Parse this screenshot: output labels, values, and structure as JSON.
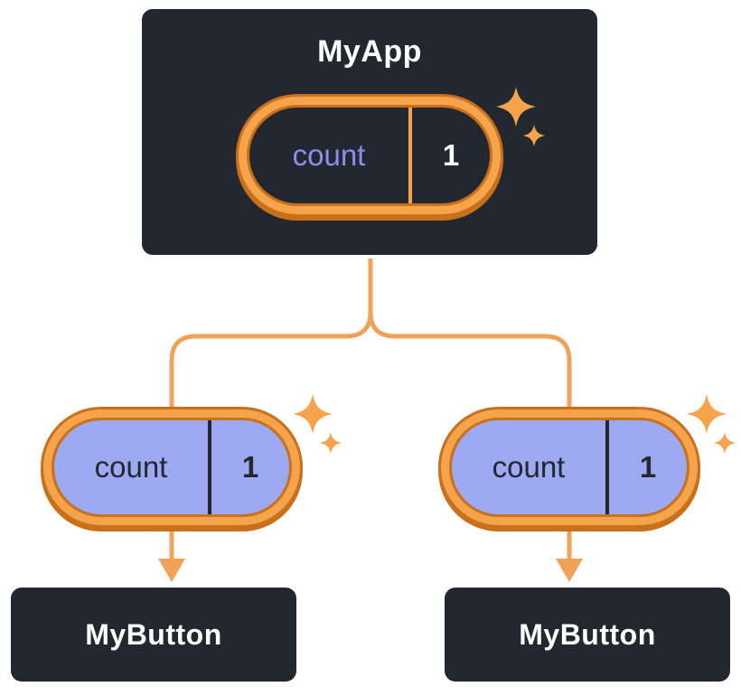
{
  "root": {
    "title": "MyApp",
    "state": {
      "name": "count",
      "value": "1"
    }
  },
  "children": [
    {
      "title": "MyButton",
      "state": {
        "name": "count",
        "value": "1"
      }
    },
    {
      "title": "MyButton",
      "state": {
        "name": "count",
        "value": "1"
      }
    }
  ],
  "icons": {
    "sparkle": "four-pointed-star"
  },
  "colors": {
    "canvas_bg": "#ffffff",
    "node_fill": "#23272f",
    "node_border": "#ffffff",
    "node_text": "#ffffff",
    "ring_light": "#f6a44b",
    "ring_dark": "#c9701c",
    "connector": "#f0a356",
    "pill_dark_fill": "#23272f",
    "pill_dark_name_text": "#8b8fee",
    "pill_dark_value_text": "#ffffff",
    "pill_light_fill": "#9daaf2",
    "pill_light_text": "#23272f",
    "sparkle": "#f6a44b"
  }
}
